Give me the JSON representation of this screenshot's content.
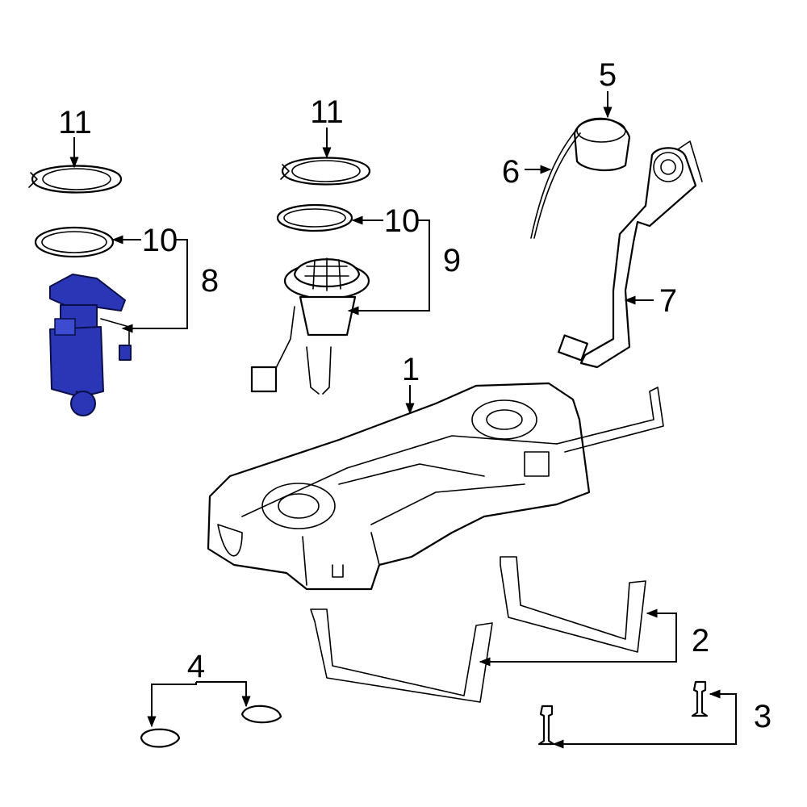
{
  "diagram": {
    "highlight_color": "#2a36b5",
    "callouts": [
      {
        "id": "1",
        "label": "1",
        "part": "fuel-tank"
      },
      {
        "id": "2",
        "label": "2",
        "part": "tank-straps"
      },
      {
        "id": "3",
        "label": "3",
        "part": "strap-bolts"
      },
      {
        "id": "4",
        "label": "4",
        "part": "heat-shields"
      },
      {
        "id": "5",
        "label": "5",
        "part": "fuel-cap"
      },
      {
        "id": "6",
        "label": "6",
        "part": "cap-tether"
      },
      {
        "id": "7",
        "label": "7",
        "part": "filler-pipe"
      },
      {
        "id": "8",
        "label": "8",
        "part": "fuel-pump-module-left"
      },
      {
        "id": "9",
        "label": "9",
        "part": "fuel-pump-module-right"
      },
      {
        "id": "10a",
        "label": "10",
        "part": "seal-left"
      },
      {
        "id": "10b",
        "label": "10",
        "part": "seal-right"
      },
      {
        "id": "11a",
        "label": "11",
        "part": "lock-ring-left"
      },
      {
        "id": "11b",
        "label": "11",
        "part": "lock-ring-right"
      }
    ]
  }
}
